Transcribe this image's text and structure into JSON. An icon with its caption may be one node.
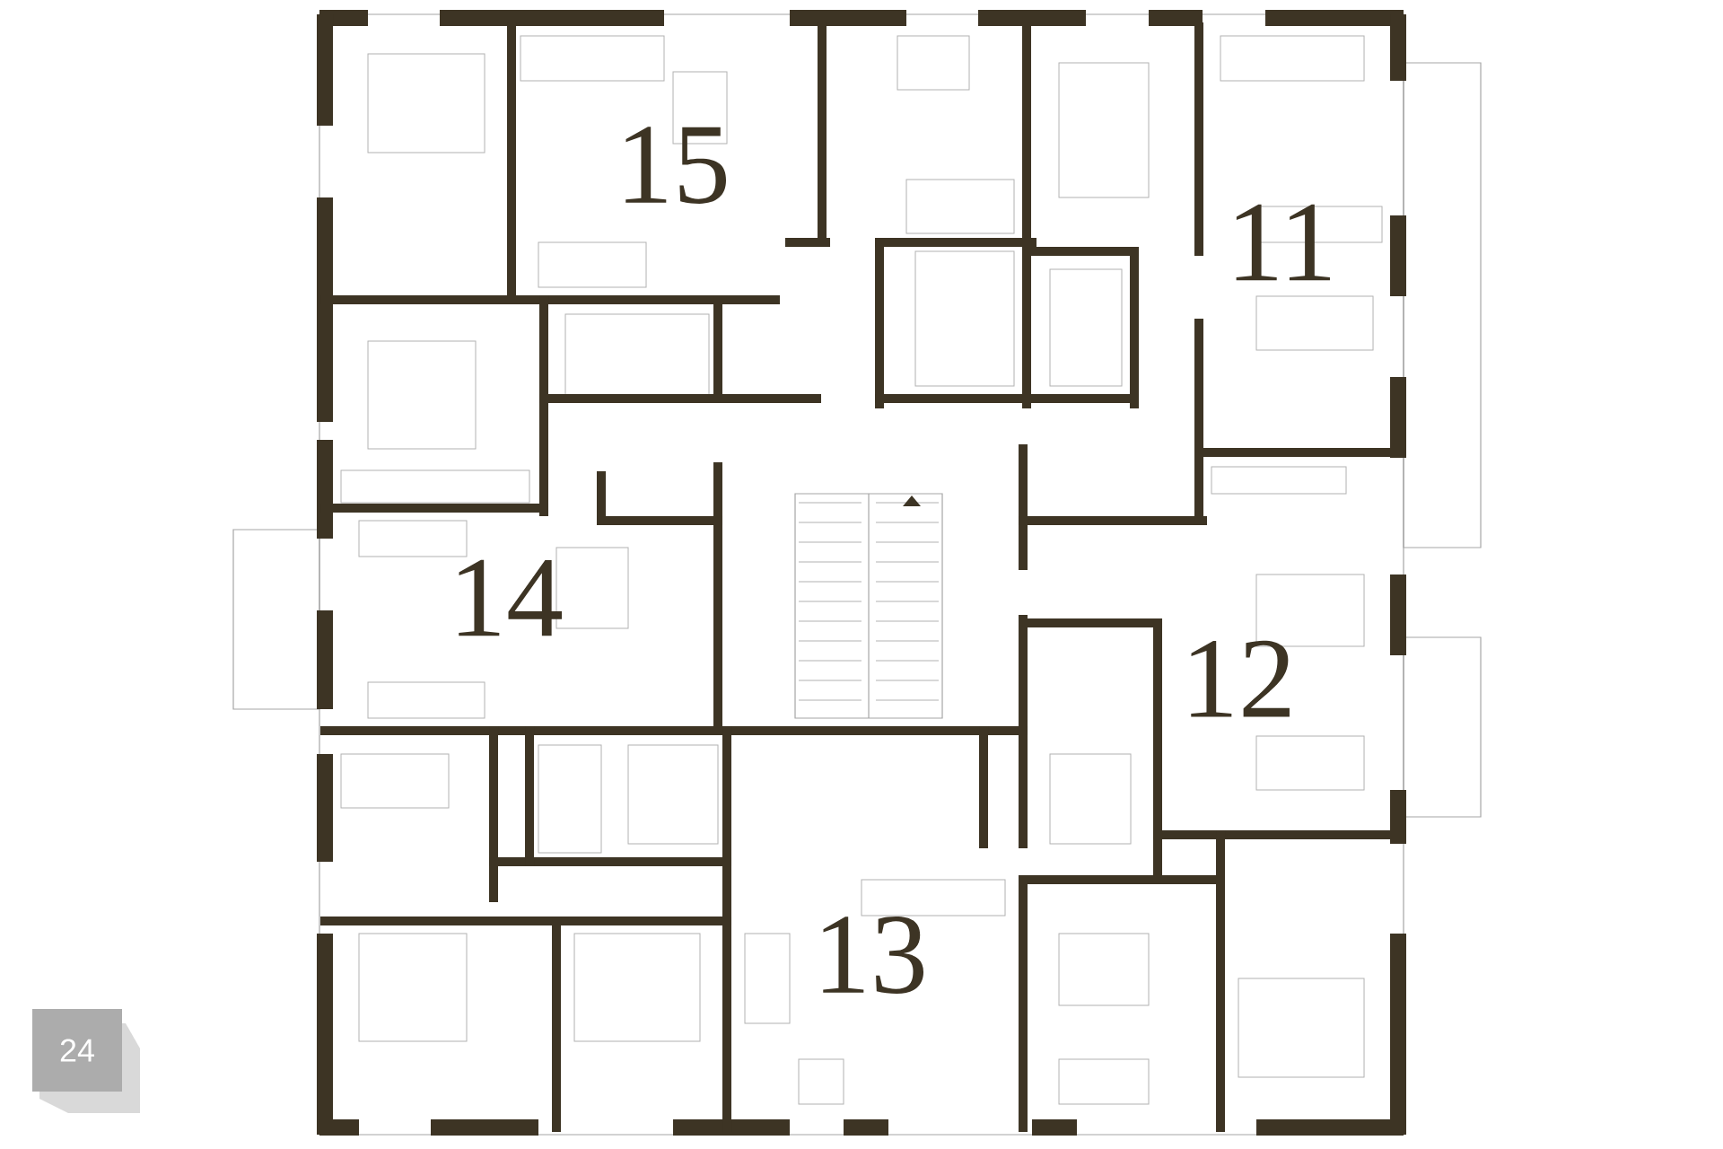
{
  "diagram": {
    "labels": [
      "15",
      "11",
      "14",
      "12",
      "13",
      "24"
    ]
  }
}
